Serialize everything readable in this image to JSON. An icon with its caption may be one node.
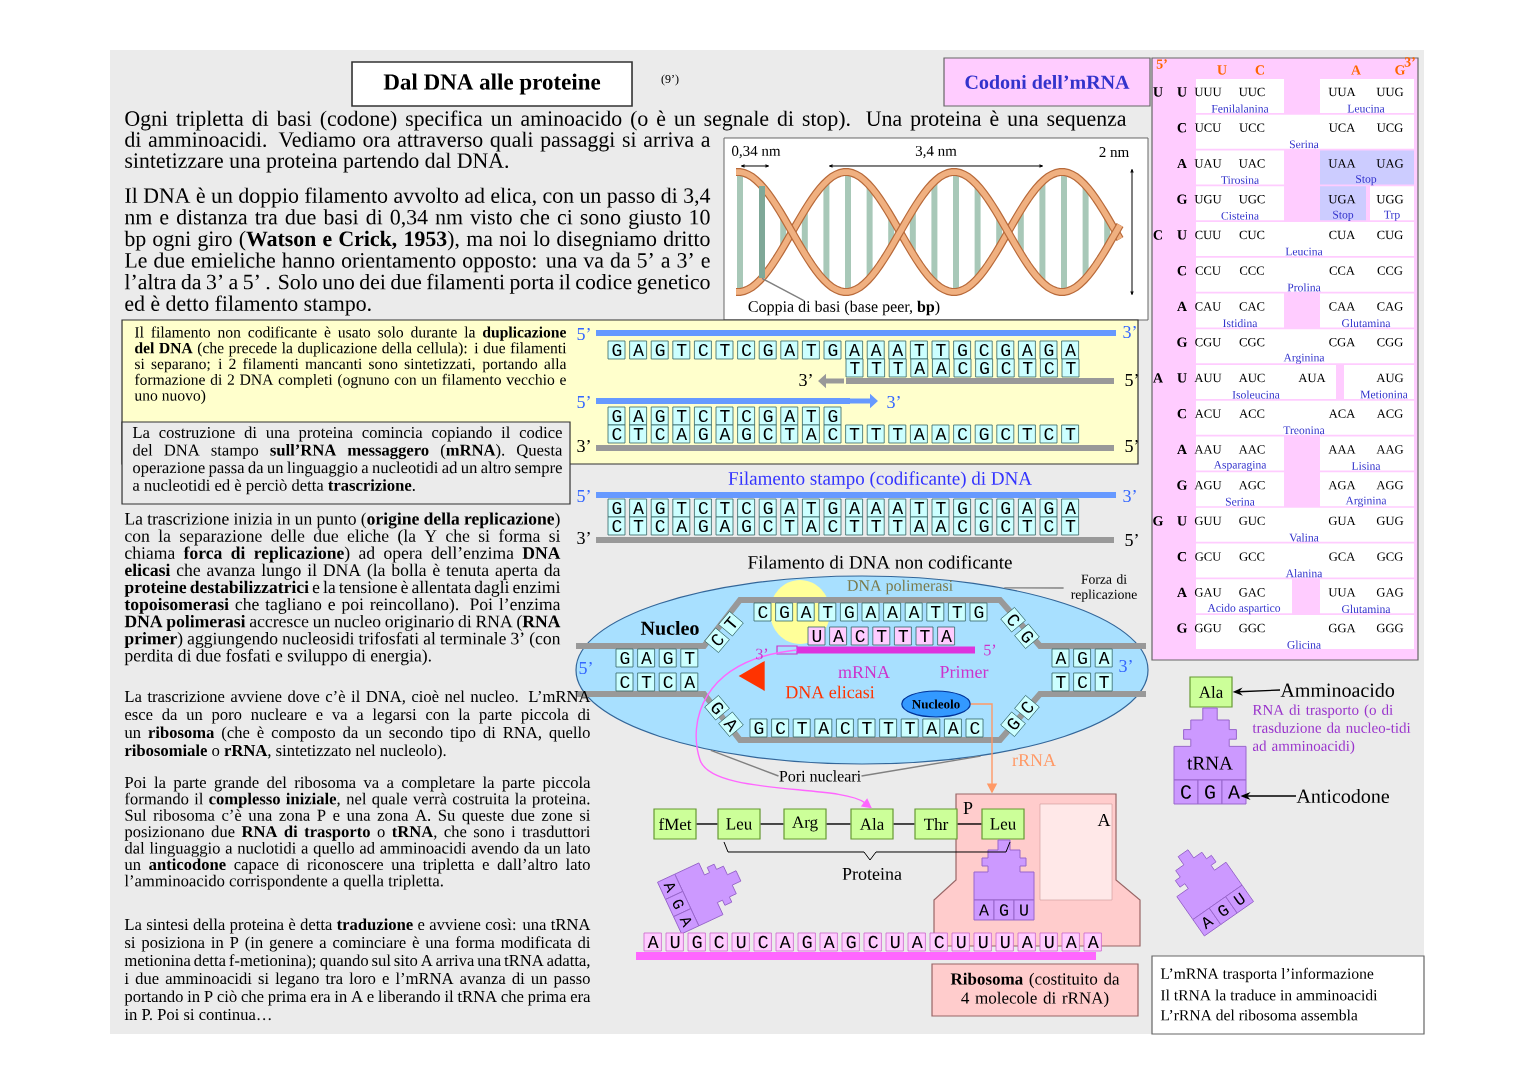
{
  "diagram": {
    "title": "Dal DNA alle proteine",
    "nodes": [
      {
        "text": [
          "Codoni dell’mRNA"
        ]
      },
      {
        "text": [
          "Coppia di basi (base peer, **bp**)"
        ]
      },
      {
        "text": [],
        "shape": "bar"
      },
      {
        "text": [
          "Il filamento non codificante è usato solo durante la **duplicazione del DNA** (che precede la duplicazione della cellula): i due filamenti si separano; i 2 filamenti mancanti sono sintetizzati, portando alla formazione di 2 DNA completi (ognuno con un filamento vecchio e uno nuovo)"
        ]
      },
      {
        "text": [
          "La costruzione di una proteina comincia copiando il codice del DNA stampo **sull’RNA messaggero** (**mRNA**). Questa operazione passa da un linguaggio a nucleotidi ad un altro sempre a nucleotidi ed è perciò detta **trascrizione**."
        ]
      },
      {
        "text": [
          "Nucleo"
        ]
      },
      {
        "text": [
          "DNA polimerasi"
        ],
        "in": 5
      },
      {
        "text": [
          "Nucleolo"
        ],
        "in": 5
      },
      {
        "text": [],
        "shape": "bar",
        "in": 5
      },
      {
        "text": [],
        "shape": "triangle",
        "beside": [
          "DNA elicasi"
        ],
        "in": 5
      },
      {
        "text": [
          "Forza di replicazione"
        ]
      },
      {
        "text": [
          "Pori nucleari"
        ]
      },
      {
        "text": [
          "P",
          "A"
        ]
      },
      {
        "text": [
          "fMet"
        ]
      },
      {
        "text": [
          "Leu"
        ]
      },
      {
        "text": [
          "Arg"
        ]
      },
      {
        "text": [
          "Ala"
        ]
      },
      {
        "text": [
          "Thr"
        ]
      },
      {
        "text": [
          "Leu"
        ],
        "in": 12
      },
      {
        "text": [
          "A G U"
        ],
        "in": 12
      },
      {
        "text": [
          "**Ribosoma** (costituito da 4 molecole di rRNA)"
        ]
      },
      {
        "text": [
          "A G A"
        ]
      },
      {
        "text": [
          "Ala"
        ]
      },
      {
        "text": [
          "Amminoacido"
        ]
      },
      {
        "text": [
          "tRNA",
          "C G A"
        ]
      },
      {
        "text": [
          "Anticodone"
        ]
      },
      {
        "text": [
          "A G U"
        ]
      },
      {
        "text": [
          "L’mRNA trasporta l’informazione",
          "Il tRNA la traduce in amminoacidi",
          "L’rRNA del ribosoma assembla"
        ]
      }
    ],
    "edges": [
      {
        "from": 1,
        "to": 2,
        "arrow": "none",
        "color": "#808080"
      },
      {
        "from": 10,
        "to": 5,
        "arrow": "none",
        "color": "#808080"
      },
      {
        "from": 11,
        "to": 5,
        "arrow": "none",
        "color": "#808080"
      },
      {
        "from": 11,
        "to": 5,
        "arrow": "none",
        "color": "#808080"
      },
      {
        "from": 7,
        "to": 12,
        "arrow": "to",
        "label": "rRNA",
        "color": "#ff9966"
      },
      {
        "from": 8,
        "to": 16,
        "arrow": "to",
        "color": "#ff66ff"
      },
      {
        "from": 13,
        "to": 14,
        "arrow": "none"
      },
      {
        "from": 14,
        "to": 15,
        "arrow": "none"
      },
      {
        "from": 15,
        "to": 16,
        "arrow": "none"
      },
      {
        "from": 16,
        "to": 17,
        "arrow": "none"
      },
      {
        "from": 17,
        "to": 18,
        "arrow": "none"
      },
      {
        "from": 23,
        "to": 22,
        "arrow": "to"
      },
      {
        "from": 25,
        "to": 24,
        "arrow": "to"
      }
    ],
    "labels": [
      "(9’)",
      "Ogni tripletta di basi (codone) specifica un aminoacido (o è un segnale di stop). Una proteina è una sequenza di amminoacidi. Vediamo ora attraverso quali passaggi si arriva a sintetizzare una proteina partendo dal DNA.",
      "Il DNA è un doppio filamento avvolto ad elica, con un passo di 3,4 nm e distanza tra due basi di 0,34 nm visto che ci sono giusto 10 bp ogni giro (**Watson e Crick, 1953**), ma noi lo disegniamo dritto Le due emieliche hanno orientamento opposto: una va da 5’ a 3’ e l’altra da 3’ a 5’ . Solo uno dei due filamenti porta il codice genetico ed è detto filamento stampo.",
      "0,34 nm",
      "3,4 nm",
      "2 nm",
      "5’",
      "G A G T C T C G A T G A A A T T G C G A G A",
      "3’",
      "3’",
      "T T T A A C G C T C T",
      "5’",
      "5’",
      "G A G T C T C G A T G",
      "3’",
      "3’",
      "C T C A G A G C T A C T T T A A C G C T C T",
      "5’",
      "Filamento stampo (codificante) di DNA",
      "5’",
      "G A G T C T C G A T G A A A T T G C G A G A",
      "3’",
      "3’",
      "C T C A G A G C T A C T T T A A C G C T C T",
      "5’",
      "Filamento di DNA non codificante",
      "La trascrizione inizia in un punto (**origine della replicazione**) con la separazione delle due eliche (la Y che si forma si chiama **forca di replicazione**) ad opera dell’enzima **DNA elicasi** che avanza lungo il DNA (la bolla è tenuta aperta da **proteine destabilizzatrici** e la tensione è allentata dagli enzimi **topoisomerasi** che tagliano e poi reincollano). Poi l’enzima **DNA polimerasi** accresce un nucleo originario di RNA (**RNA primer**) aggiungendo nucleosidi trifosfati al terminale 3’ (con perdita di due fosfati e sviluppo di energia).",
      "La trascrizione avviene dove c’è il DNA, cioè nel nucleo. L’mRNA esce da un poro nucleare e va a legarsi con la parte piccola di un **ribosoma** (che è composto da un secondo tipo di RNA, quello **ribosomiale** o **rRNA**, sintetizzato nel nucleolo).",
      "Poi la parte grande del ribosoma va a completare la parte piccola formando il **complesso iniziale**, nel quale verrà costruita la proteina. Sul ribosoma c’è una zona P e una zona A. Su queste due zone si posizionano due **RNA di trasporto** o **tRNA**, che sono i trasduttori dal linguaggio a nuclotidi a quello ad amminoacidi avendo da un lato un **anticodone** capace di riconoscere una tripletta e dall’altro lato l’amminoacido corrispondente a quella tripletta.",
      "La sintesi della proteina è detta **traduzione** e avviene così: una tRNA si posiziona in P (in genere a cominciare è una forma modificata di metionina detta f-metionina); quando sul sito A arriva una tRNA adatta, i due amminoacidi si legano tra loro e l’mRNA avanza di un passo portando in P ciò che prima era in A e liberando il tRNA che prima era in P. Poi si continua…",
      "5’",
      "G A G T",
      "C T C A",
      "C T",
      "C G A T G A A A T T G",
      "3’",
      "U A C T T T A",
      "5’",
      "mRNA",
      "Primer",
      "G A",
      "G C T A C T T T A A C",
      "G C",
      "C G",
      "A G A",
      "T C T",
      "3’",
      "Proteina",
      "A U G C U C A G A G C U A C U U U A U A A",
      "RNA di trasporto (o di trasduzione da nucleo-tidi ad amminoacidi)",
      "5’",
      "U",
      "C",
      "A",
      "G",
      "3’",
      "U",
      "U",
      "UUU",
      "UUC",
      "UUA",
      "UUG",
      "Fenilalanina",
      "Leucina",
      "C",
      "UCU",
      "UCC",
      "UCA",
      "UCG",
      "Serina",
      "A",
      "UAU",
      "UAC",
      "UAA",
      "UAG",
      "Tirosina",
      "Stop",
      "G",
      "UGU",
      "UGC",
      "UGA",
      "UGG",
      "Cisteina",
      "Stop",
      "Trp",
      "C",
      "U",
      "CUU",
      "CUC",
      "CUA",
      "CUG",
      "Leucina",
      "C",
      "CCU",
      "CCC",
      "CCA",
      "CCG",
      "Prolina",
      "A",
      "CAU",
      "CAC",
      "CAA",
      "CAG",
      "Istidina",
      "Glutamina",
      "G",
      "CGU",
      "CGC",
      "CGA",
      "CGG",
      "Arginina",
      "A",
      "U",
      "AUU",
      "AUC",
      "AUA",
      "AUG",
      "Isoleucina",
      "Metionina",
      "C",
      "ACU",
      "ACC",
      "ACA",
      "ACG",
      "Treonina",
      "A",
      "AAU",
      "AAC",
      "AAA",
      "AAG",
      "Asparagina",
      "Lisina",
      "G",
      "AGU",
      "AGC",
      "AGA",
      "AGG",
      "Serina",
      "Arginina",
      "G",
      "U",
      "GUU",
      "GUC",
      "GUA",
      "GUG",
      "Valina",
      "C",
      "GCU",
      "GCC",
      "GCA",
      "GCG",
      "Alanina",
      "A",
      "GAU",
      "GAC",
      "UUA",
      "GAG",
      "Acido aspartico",
      "Glutamina",
      "G",
      "GGU",
      "GGC",
      "GGA",
      "GGG",
      "Glicina"
    ]
  }
}
